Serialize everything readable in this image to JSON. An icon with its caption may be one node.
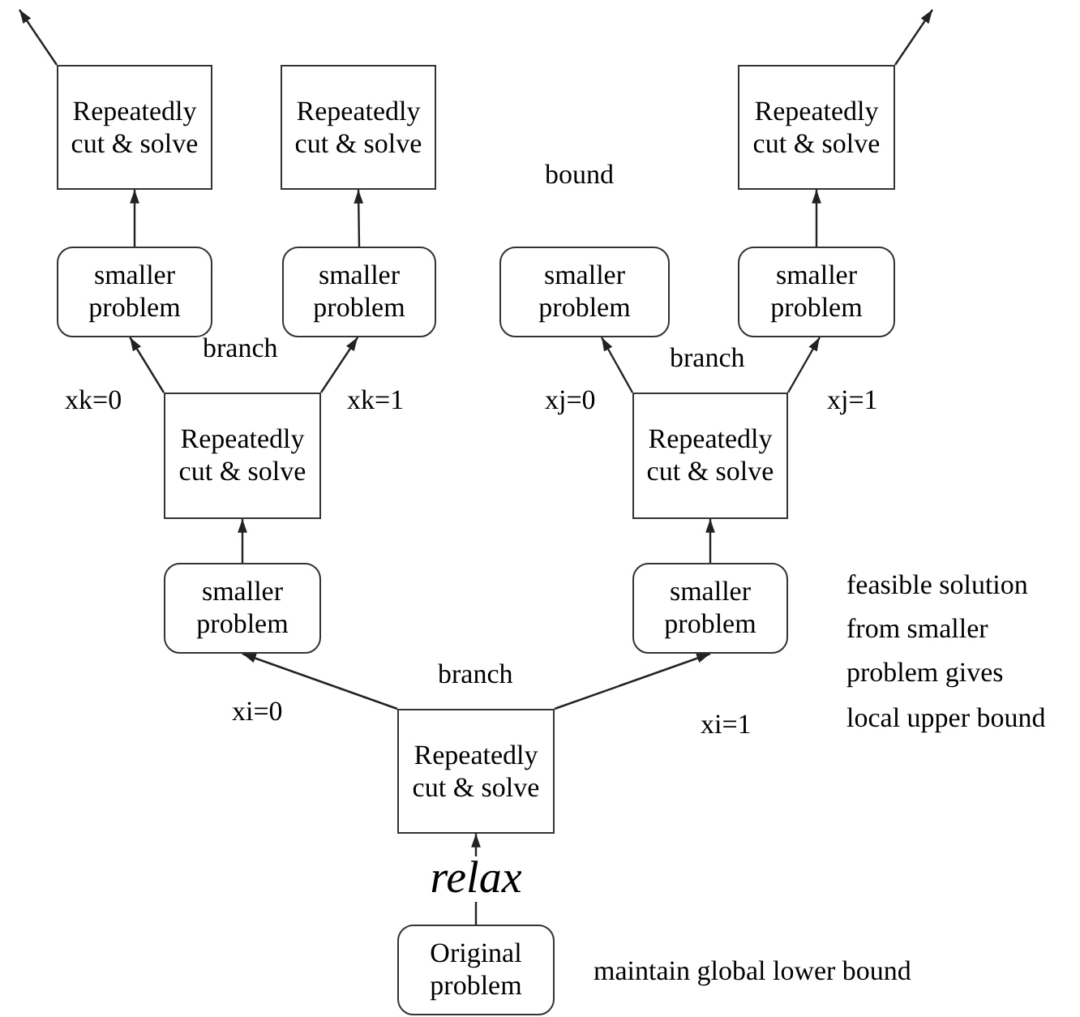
{
  "diagram": {
    "nodes": [
      {
        "text": [
          "Repeatedly cut & solve"
        ]
      },
      {
        "text": [
          "Repeatedly cut & solve"
        ]
      },
      {
        "text": [
          "Repeatedly cut & solve"
        ]
      },
      {
        "text": [
          "smaller problem"
        ]
      },
      {
        "text": [
          "smaller problem"
        ]
      },
      {
        "text": [
          "smaller problem"
        ]
      },
      {
        "text": [
          "smaller problem"
        ]
      },
      {
        "text": [
          "Repeatedly cut & solve"
        ]
      },
      {
        "text": [
          "Repeatedly cut & solve"
        ]
      },
      {
        "text": [
          "smaller problem"
        ]
      },
      {
        "text": [
          "smaller problem"
        ]
      },
      {
        "text": [
          "Repeatedly cut & solve"
        ]
      },
      {
        "text": [
          "Original problem"
        ]
      }
    ],
    "edges": [
      {
        "from": 0,
        "to": null,
        "arrow": "to"
      },
      {
        "from": 2,
        "to": null,
        "arrow": "to"
      },
      {
        "from": 3,
        "to": 0,
        "arrow": "to"
      },
      {
        "from": 4,
        "to": 1,
        "arrow": "to"
      },
      {
        "from": 6,
        "to": 2,
        "arrow": "to"
      },
      {
        "from": 7,
        "to": 3,
        "arrow": "to"
      },
      {
        "from": 7,
        "to": 4,
        "arrow": "to"
      },
      {
        "from": 8,
        "to": 5,
        "arrow": "to"
      },
      {
        "from": 8,
        "to": 6,
        "arrow": "to"
      },
      {
        "from": 9,
        "to": 7,
        "arrow": "to"
      },
      {
        "from": 10,
        "to": 8,
        "arrow": "to"
      },
      {
        "from": 11,
        "to": 9,
        "arrow": "to"
      },
      {
        "from": 11,
        "to": 10,
        "arrow": "to"
      },
      {
        "from": 12,
        "to": 11,
        "arrow": "to",
        "label": "relax"
      }
    ],
    "labels": [
      "bound",
      "branch",
      "xk=0",
      "xk=1",
      "branch",
      "xj=0",
      "xj=1",
      "feasible solution from smaller problem gives local upper bound",
      "branch",
      "xi=0",
      "xi=1",
      "maintain global lower bound"
    ]
  }
}
